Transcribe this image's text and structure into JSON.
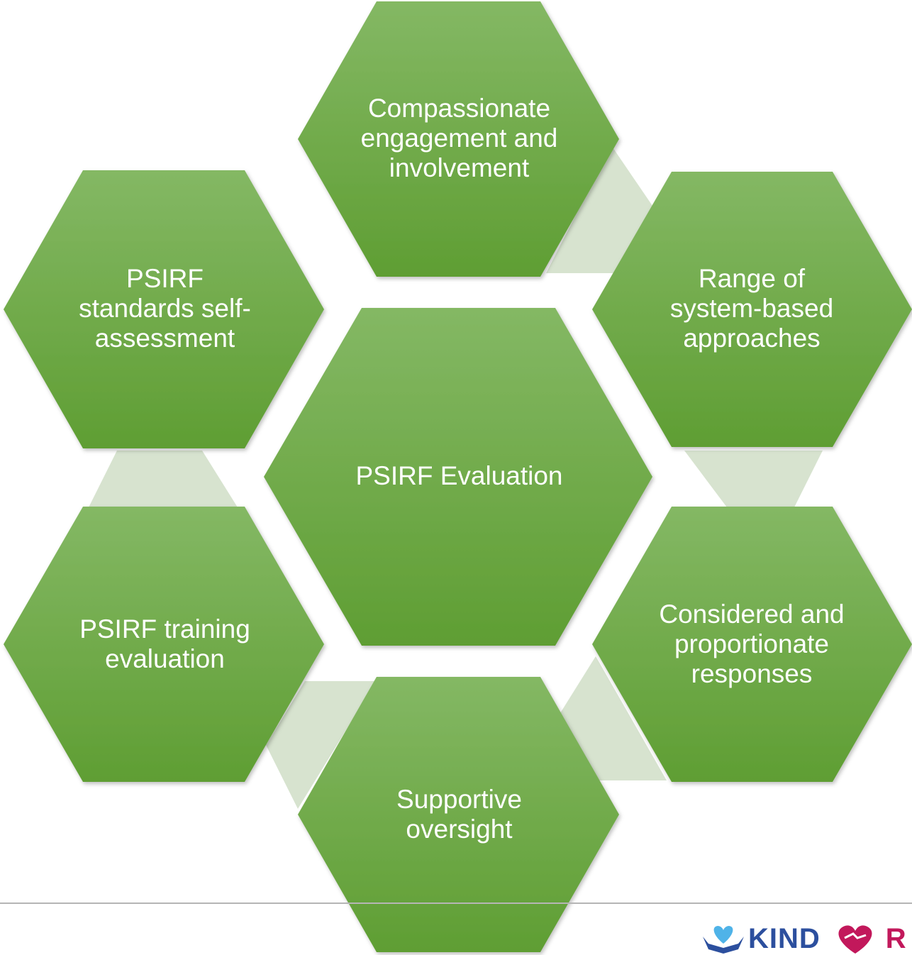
{
  "diagram": {
    "center": {
      "label": "PSIRF Evaluation"
    },
    "nodes": [
      {
        "label": "Compassionate engagement and involvement"
      },
      {
        "label": "Range of system-based approaches"
      },
      {
        "label": "Considered and proportionate responses"
      },
      {
        "label": "Supportive oversight"
      },
      {
        "label": "PSIRF training evaluation"
      },
      {
        "label": "PSIRF standards self-assessment"
      }
    ]
  },
  "footer": {
    "logo_text_1": "KIND",
    "logo_text_2": "R"
  },
  "colors": {
    "hex_top": "#84b864",
    "hex_bottom": "#5f9e33",
    "connector": "#d7e3cf",
    "rule": "#b5b5b5"
  }
}
